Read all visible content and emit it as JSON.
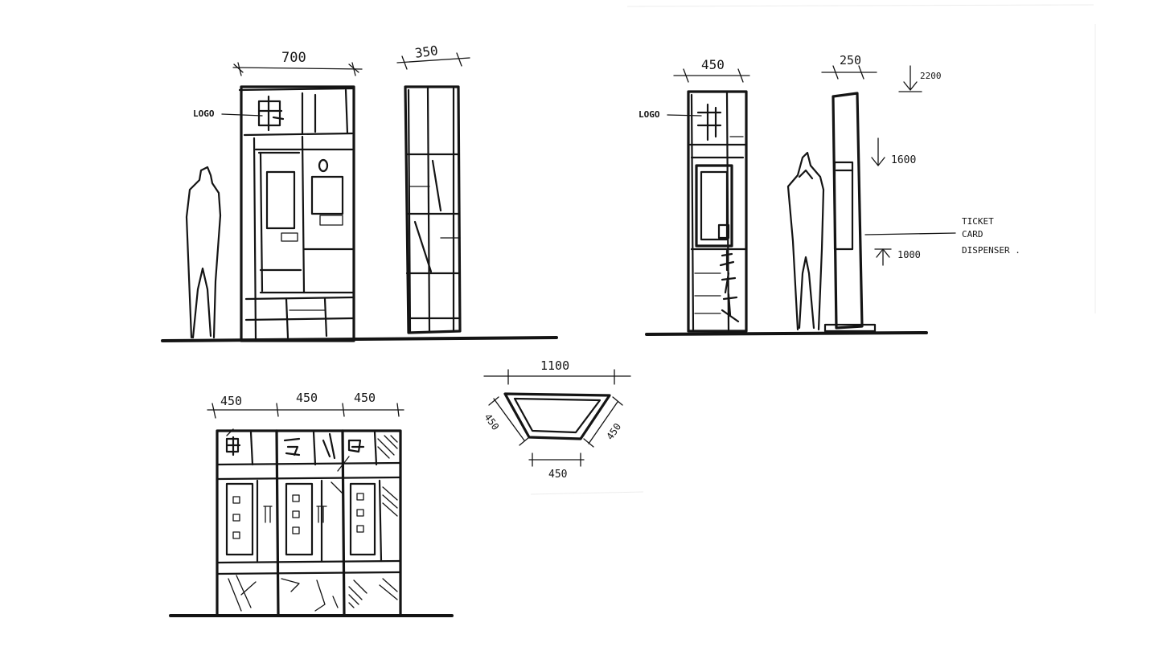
{
  "colors": {
    "paper": "#ffffff",
    "ink": "#141414",
    "shading": "#2a2a2a"
  },
  "elevation_a": {
    "width_label": "700",
    "depth_label": "350",
    "logo_label": "LOGO"
  },
  "elevation_b": {
    "width_label": "450",
    "depth_label": "250",
    "logo_label": "LOGO",
    "height_top_label": "2200",
    "height_mid_label": "1600",
    "height_low_label": "1000",
    "callout_line1": "TICKET",
    "callout_line2": "CARD",
    "callout_line3": "DISPENSER ."
  },
  "panel_elevation": {
    "dim_labels": [
      "450",
      "450",
      "450"
    ]
  },
  "plan": {
    "top_label": "1100",
    "left_label": "450",
    "right_label": "450",
    "bottom_label": "450"
  }
}
